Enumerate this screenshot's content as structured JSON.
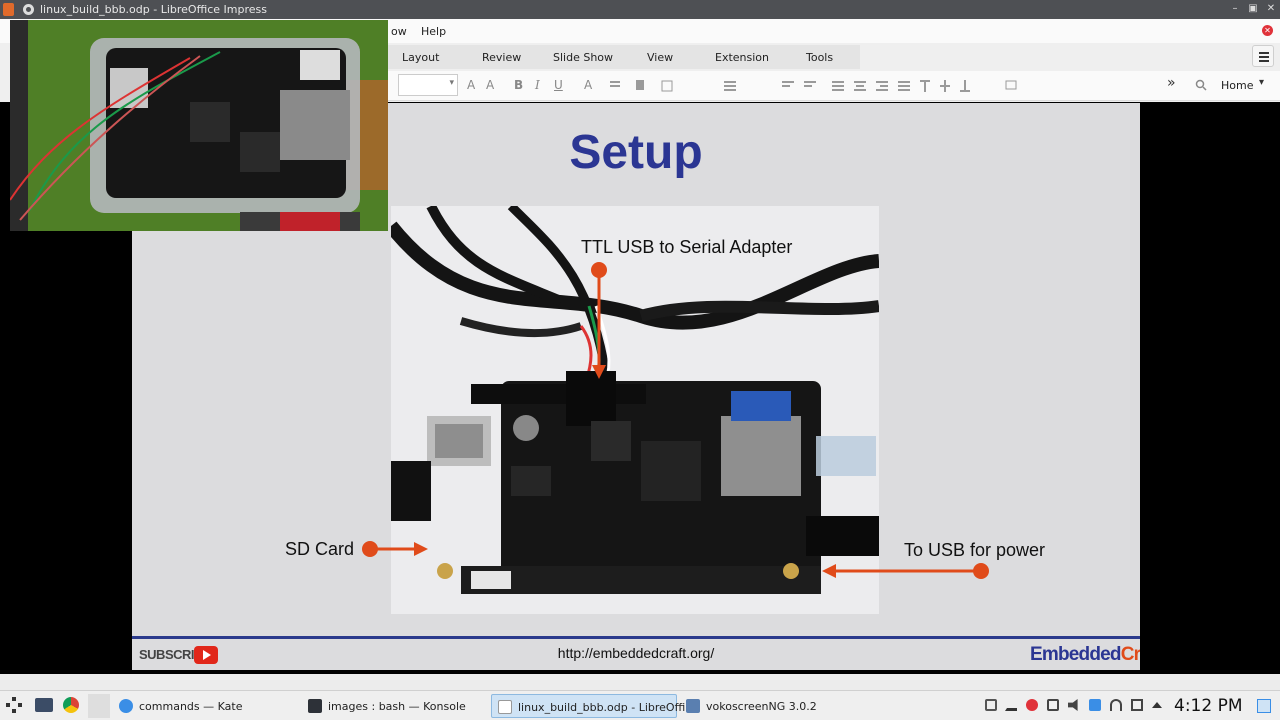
{
  "window": {
    "title": "linux_build_bbb.odp - LibreOffice Impress",
    "icon": "libreoffice-impress-icon",
    "controls": {
      "minimize": "–",
      "maximize": "▣",
      "close": "✕"
    }
  },
  "menubar": {
    "items": [
      "ow",
      "Help"
    ]
  },
  "tabs": [
    "Layout",
    "Review",
    "Slide Show",
    "View",
    "Extension",
    "Tools"
  ],
  "toolbar": {
    "buttons": [
      "A",
      "A",
      "B",
      "I",
      "U",
      "A"
    ],
    "overflow": "»",
    "home_label": "Home",
    "home_caret": "▾"
  },
  "slide": {
    "title": "Setup",
    "annotations": {
      "ttl": "TTL USB to Serial Adapter",
      "sd": "SD Card",
      "usb": "To USB for power"
    },
    "footer_url": "http://embeddedcraft.org/",
    "subscribe_label": "SUBSCRIBE",
    "brand_part1": "Embedded",
    "brand_part2": "Craft",
    "accent_color": "#2b3693",
    "arrow_color": "#e04b1a"
  },
  "taskbar": {
    "tasks": [
      {
        "label": "commands — Kate",
        "icon": "kate-icon"
      },
      {
        "label": "images : bash — Konsole",
        "icon": "konsole-icon"
      },
      {
        "label": "linux_build_bbb.odp - LibreOffi...",
        "icon": "impress-icon"
      },
      {
        "label": "vokoscreenNG 3.0.2",
        "icon": "vokoscreen-icon"
      }
    ],
    "clock": "4:12 PM"
  }
}
